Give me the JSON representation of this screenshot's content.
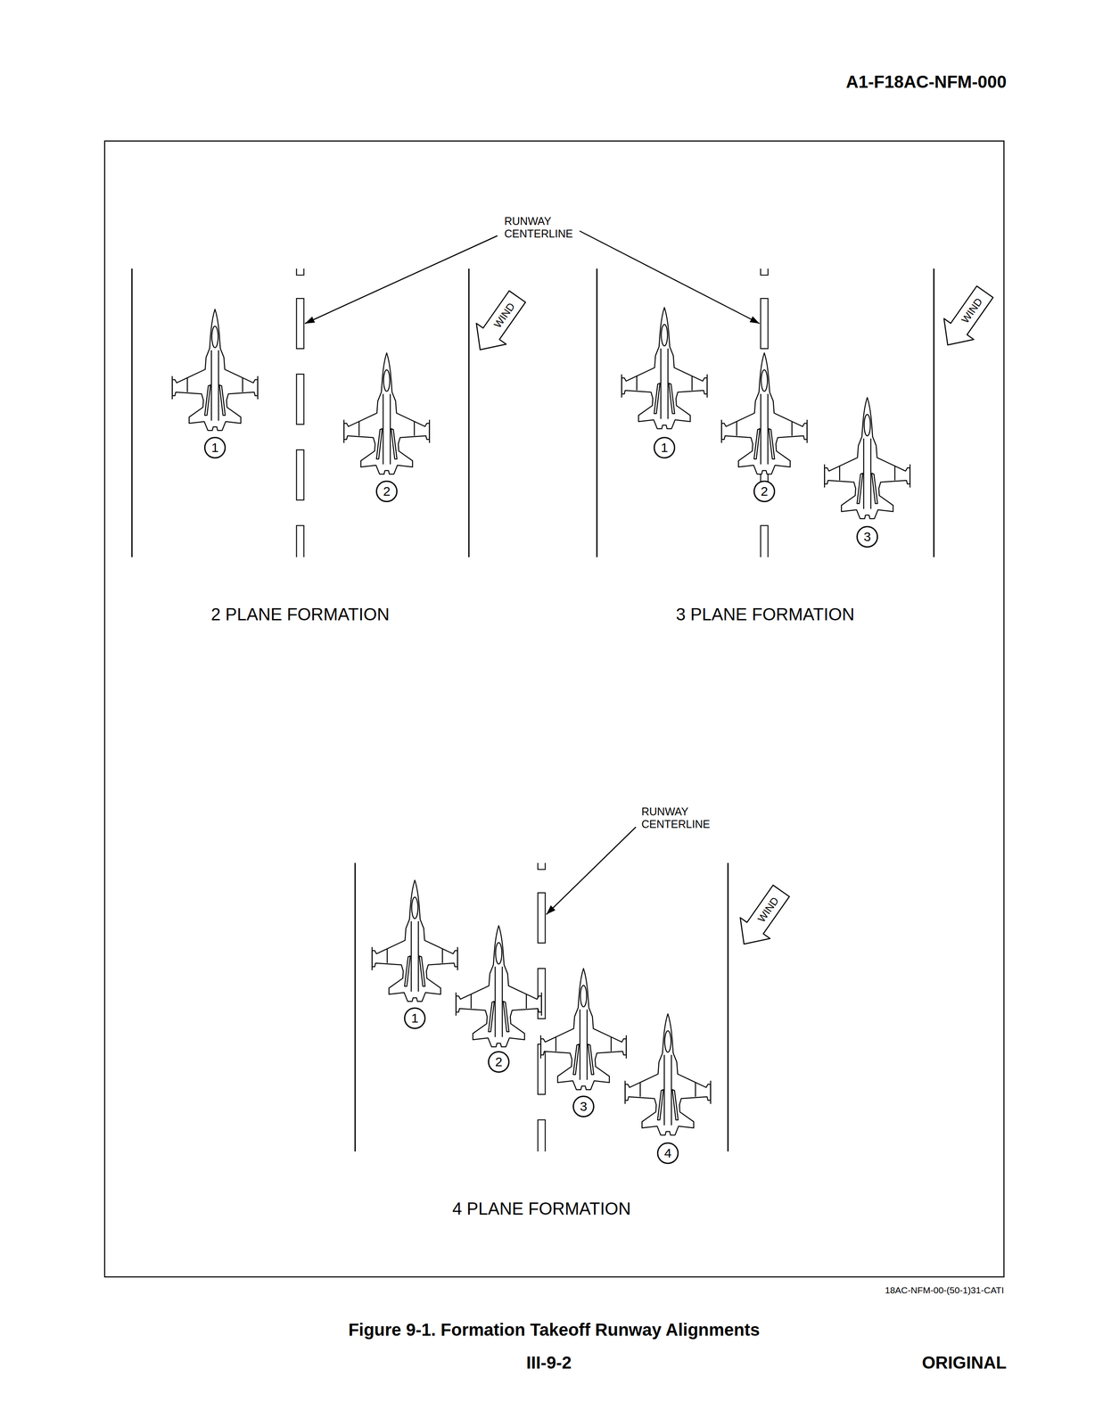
{
  "diagram": {
    "caption": "Figure 9-1. Formation Takeoff Runway Alignments",
    "nodes": [
      {
        "text": [
          "1"
        ]
      },
      {
        "text": [
          "2"
        ]
      },
      {
        "text": [
          "1"
        ]
      },
      {
        "text": [
          "2"
        ]
      },
      {
        "text": [
          "3"
        ]
      },
      {
        "text": [
          "1"
        ]
      },
      {
        "text": [
          "2"
        ]
      },
      {
        "text": [
          "3"
        ]
      },
      {
        "text": [
          "4"
        ]
      }
    ],
    "labels": [
      "A1-F18AC-NFM-000",
      "RUNWAY CENTERLINE",
      "WIND",
      "WIND",
      "2 PLANE FORMATION",
      "3 PLANE FORMATION",
      "RUNWAY CENTERLINE",
      "WIND",
      "4 PLANE FORMATION",
      "18AC-NFM-00-(50-1)31-CATI",
      "III-9-2",
      "ORIGINAL"
    ]
  }
}
